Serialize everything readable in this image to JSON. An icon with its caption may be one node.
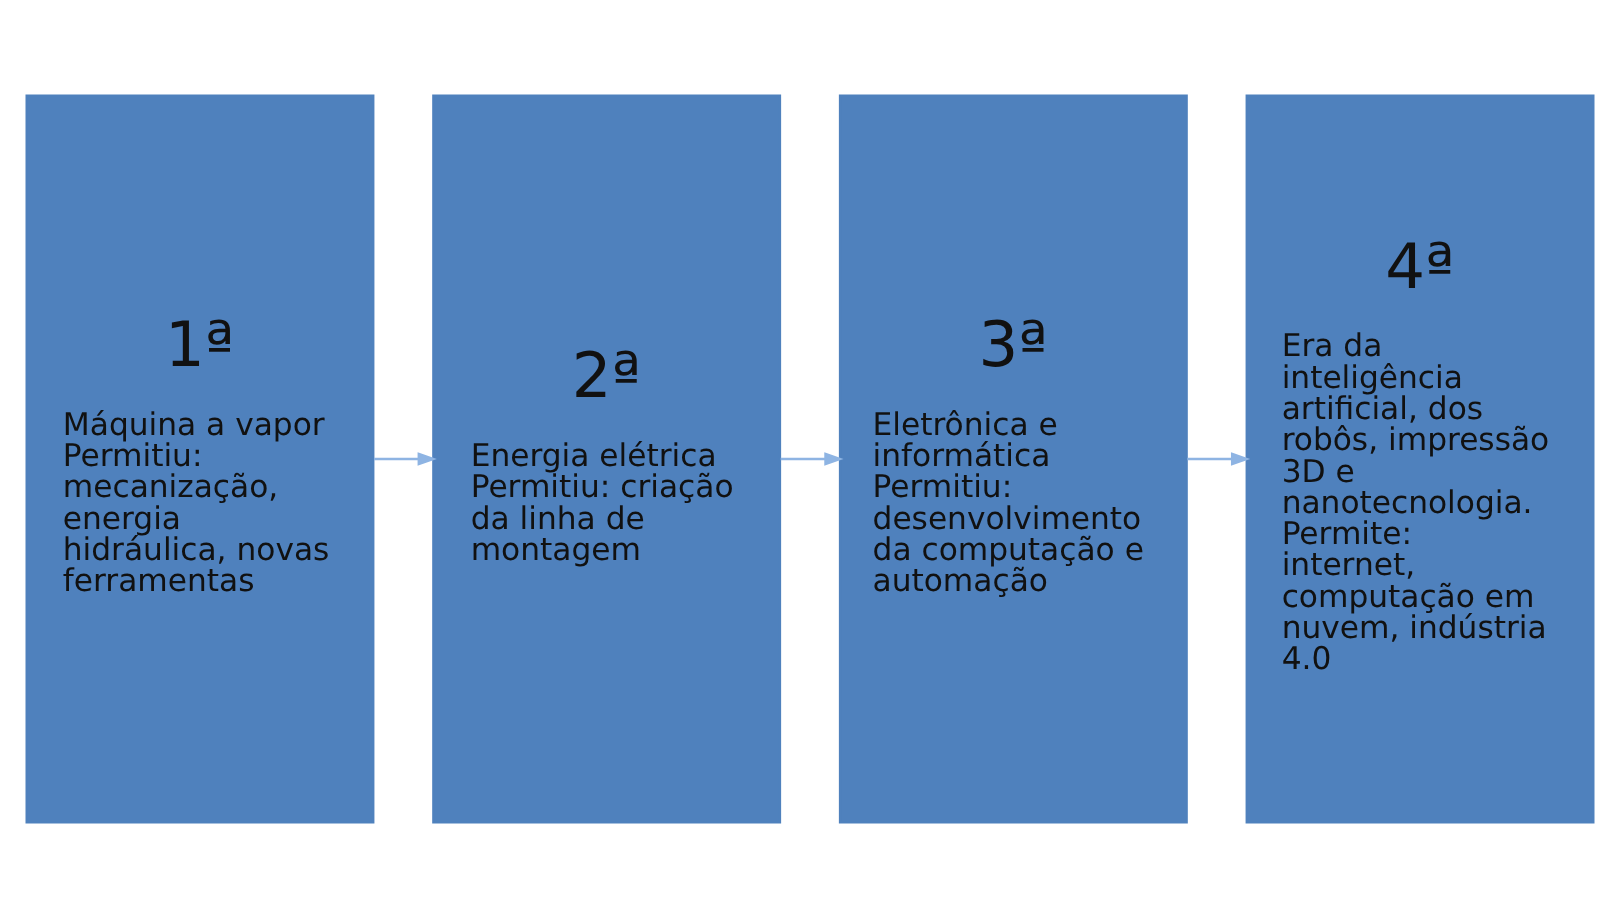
{
  "diagram": {
    "nodes": [
      {
        "text": [
          "1ª",
          "Máquina a vapor",
          "Permitiu: mecanização, energia hidráulica, novas ferramentas"
        ]
      },
      {
        "text": [
          "2ª",
          "Energia elétrica",
          "Permitiu: criação da linha de montagem"
        ]
      },
      {
        "text": [
          "3ª",
          "Eletrônica e informática",
          "Permitiu: desenvolvimento da computação e automação"
        ]
      },
      {
        "text": [
          "4ª",
          "Era da inteligência artificial, dos robôs, impressão 3D e nanotecnologia.",
          "Permite: internet, computação em nuvem, indústria 4.0"
        ]
      }
    ],
    "edges": [
      {
        "from": 0,
        "to": 1,
        "arrow": "to"
      },
      {
        "from": 1,
        "to": 2,
        "arrow": "to"
      },
      {
        "from": 2,
        "to": 3,
        "arrow": "to"
      }
    ]
  }
}
